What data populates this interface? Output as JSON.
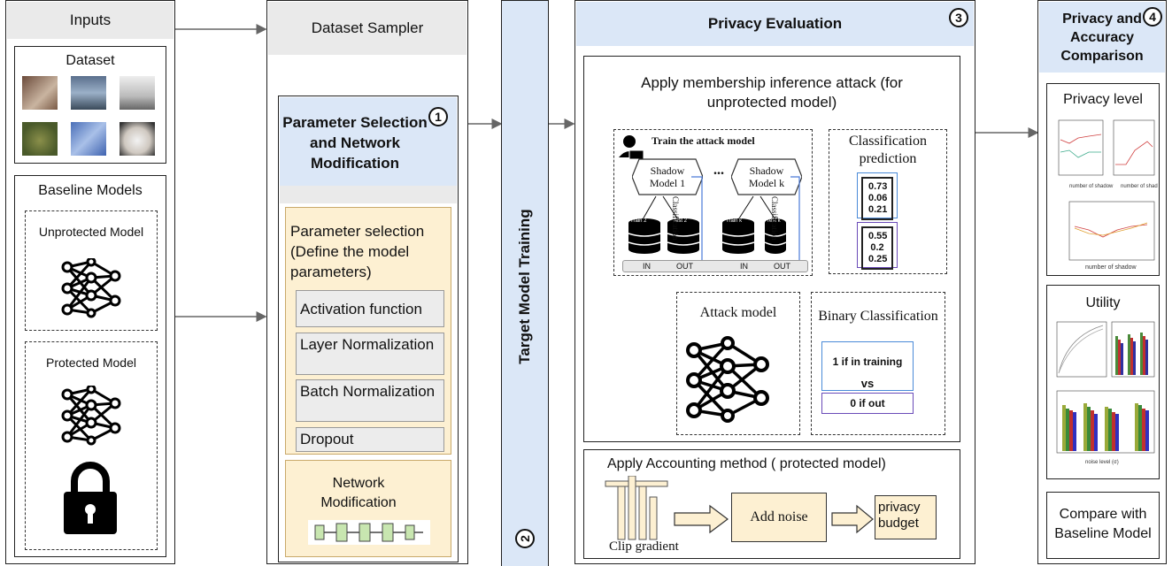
{
  "inputs": {
    "title": "Inputs",
    "dataset_label": "Dataset",
    "baseline_title": "Baseline Models",
    "unprotected_label": "Unprotected Model",
    "protected_label": "Protected Model"
  },
  "sampler": {
    "title": "Dataset Sampler",
    "param_heading": "Parameter Selection and Network Modification",
    "step": "1",
    "param_selection_text": "Parameter selection (Define the model parameters)",
    "params": [
      "Activation function",
      "Layer Normalization",
      "Batch Normalization",
      "Dropout"
    ],
    "network_mod": "Network Modification"
  },
  "target": {
    "label": "Target Model Training",
    "step": "2"
  },
  "privacy_eval": {
    "title": "Privacy Evaluation",
    "step": "3",
    "attack_title": "Apply membership inference attack (for unprotected model)",
    "train_attack": "Train the attack model",
    "shadow1": "Shadow Model 1",
    "shadowk": "Shadow Model k",
    "dots": "...",
    "train2": "Train 2",
    "test2": "Test 2",
    "traink": "Train k",
    "testk": "Test k",
    "classification_side": "Classification",
    "in": "IN",
    "out": "OUT",
    "class_pred": "Classification prediction",
    "vec1": [
      "0.73",
      "0.06",
      "0.21"
    ],
    "vec2": [
      "0.55",
      "0.2",
      "0.25"
    ],
    "attack_model": "Attack model",
    "binary": "Binary Classification",
    "one_if": "1 if in training",
    "vs": "vs",
    "zero_if": "0 if out",
    "accounting": "Apply Accounting method ( protected model)",
    "clip": "Clip gradient",
    "add_noise": "Add noise",
    "privacy_budget": "privacy budget"
  },
  "comparison": {
    "title": "Privacy and Accuracy Comparison",
    "step": "4",
    "privacy_level": "Privacy level",
    "utility": "Utility",
    "compare": "Compare with Baseline Model"
  },
  "colors": {
    "header_blue": "#dbe7f7",
    "cream": "#fdf0d2",
    "gray": "#eaeaea"
  }
}
